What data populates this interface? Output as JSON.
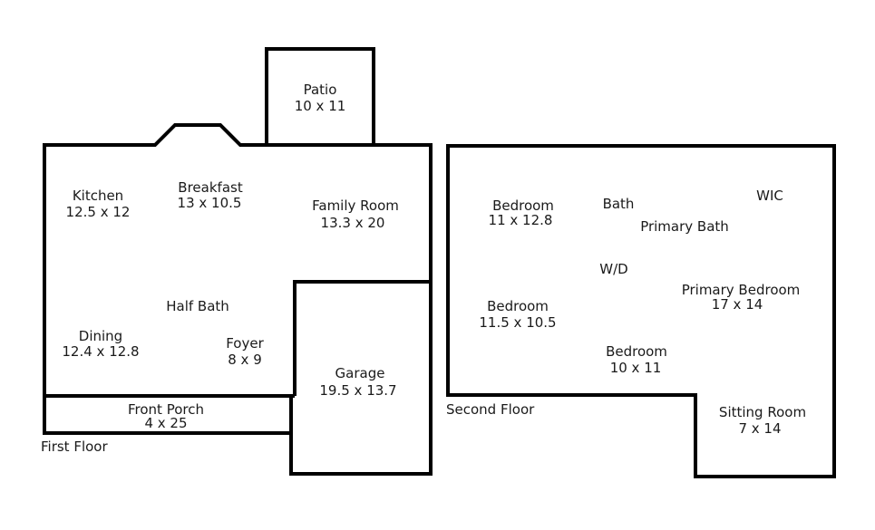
{
  "first_floor": {
    "label": "First Floor",
    "rooms": {
      "patio": {
        "name": "Patio",
        "size": "10 x 11"
      },
      "kitchen": {
        "name": "Kitchen",
        "size": "12.5 x 12"
      },
      "breakfast": {
        "name": "Breakfast",
        "size": "13 x 10.5"
      },
      "family_room": {
        "name": "Family Room",
        "size": "13.3 x 20"
      },
      "half_bath": {
        "name": "Half Bath"
      },
      "dining": {
        "name": "Dining",
        "size": "12.4 x 12.8"
      },
      "foyer": {
        "name": "Foyer",
        "size": "8 x 9"
      },
      "garage": {
        "name": "Garage",
        "size": "19.5 x 13.7"
      },
      "front_porch": {
        "name": "Front Porch",
        "size": "4 x 25"
      }
    }
  },
  "second_floor": {
    "label": "Second Floor",
    "rooms": {
      "bedroom_1": {
        "name": "Bedroom",
        "size": "11 x 12.8"
      },
      "bath": {
        "name": "Bath"
      },
      "wic": {
        "name": "WIC"
      },
      "primary_bath": {
        "name": "Primary Bath"
      },
      "wd": {
        "name": "W/D"
      },
      "bedroom_2": {
        "name": "Bedroom",
        "size": "11.5 x 10.5"
      },
      "primary_bedroom": {
        "name": "Primary Bedroom",
        "size": "17 x 14"
      },
      "bedroom_3": {
        "name": "Bedroom",
        "size": "10 x 11"
      },
      "sitting_room": {
        "name": "Sitting Room",
        "size": "7 x 14"
      }
    }
  }
}
